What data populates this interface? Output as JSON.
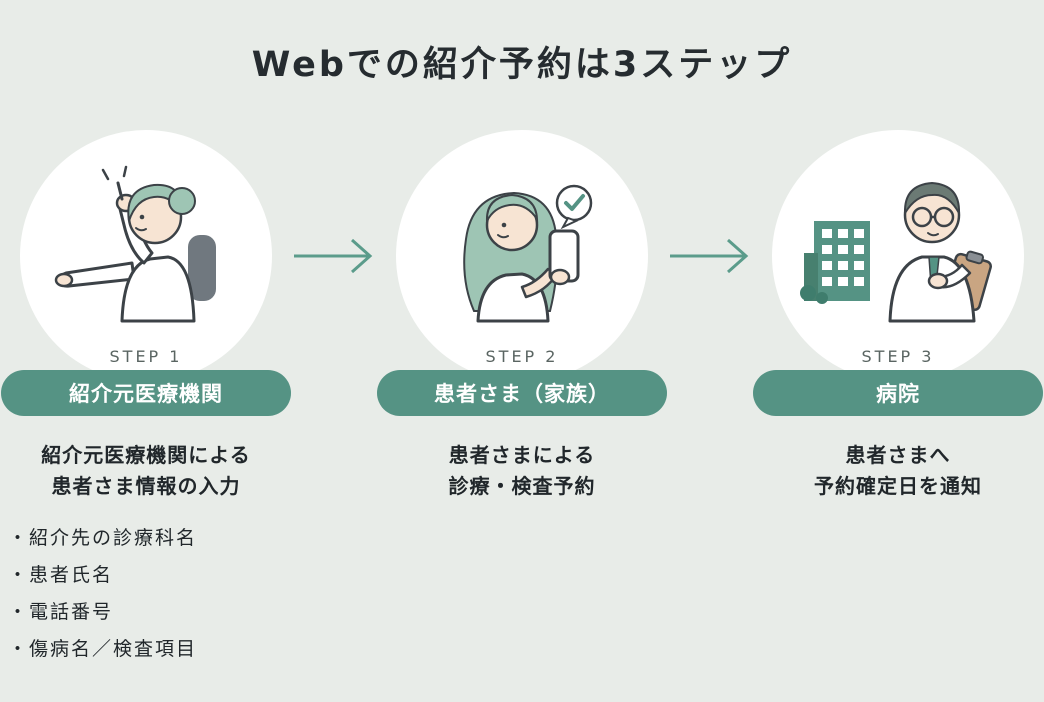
{
  "title": "Webでの紹介予約は3ステップ",
  "colors": {
    "background": "#e8ece8",
    "accent_green": "#559384",
    "hair_green": "#9ec5b4",
    "skin": "#f7e4d3",
    "outline": "#3c4247",
    "text_dark": "#21272b",
    "step_label_gray": "#5a6562"
  },
  "steps": [
    {
      "step_label": "STEP 1",
      "pill_label": "紹介元医療機関",
      "desc_line1": "紹介元医療機関による",
      "desc_line2": "患者さま情報の入力",
      "illustration": "receptionist-pointing",
      "bullets": [
        "・紹介先の診療科名",
        "・患者氏名",
        "・電話番号",
        "・傷病名／検査項目"
      ]
    },
    {
      "step_label": "STEP 2",
      "pill_label": "患者さま（家族）",
      "desc_line1": "患者さまによる",
      "desc_line2": "診療・検査予約",
      "illustration": "patient-smartphone-checkmark"
    },
    {
      "step_label": "STEP 3",
      "pill_label": "病院",
      "desc_line1": "患者さまへ",
      "desc_line2": "予約確定日を通知",
      "illustration": "doctor-clipboard-hospital"
    }
  ]
}
